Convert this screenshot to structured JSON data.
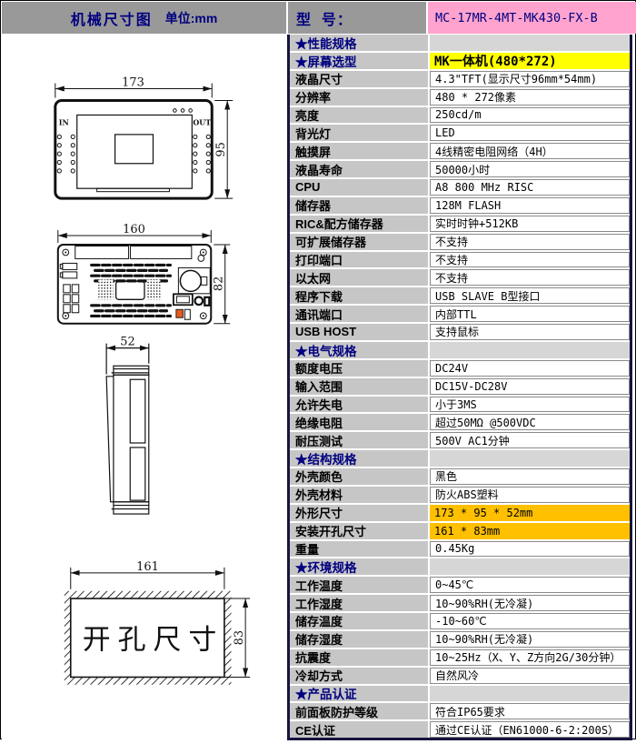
{
  "colors": {
    "header_gray": "#999999",
    "model_pink": "#FFA3CE",
    "label_gray": "#C6C6C6",
    "section_value_gray": "#D6D6D6",
    "highlight_yellow": "#FFFF00",
    "highlight_orange": "#FFC000",
    "navy_text": "#000080"
  },
  "header": {
    "left_title": "机械尺寸图",
    "unit_label": "单位:mm",
    "model_label": "型  号：",
    "model_value": "MC-17MR-4MT-MK430-FX-B"
  },
  "drawings": {
    "front_view": {
      "width_dim": "173",
      "height_dim": "95",
      "in_label": "IN",
      "out_label": "OUT"
    },
    "back_view": {
      "width_dim": "160",
      "height_dim": "82"
    },
    "side_view": {
      "width_dim": "52"
    },
    "cutout": {
      "width_dim": "161",
      "height_dim": "83",
      "label": "开孔尺寸"
    }
  },
  "spec_table": {
    "rows": [
      {
        "label": "★性能规格",
        "value": "",
        "section": true
      },
      {
        "label": "★屏幕选型",
        "value": "MK一体机(480*272)",
        "section": true,
        "value_bg": "yellow"
      },
      {
        "label": "液晶尺寸",
        "value": "4.3\"TFT(显示尺寸96mm*54mm)"
      },
      {
        "label": "分辨率",
        "value": "480 * 272像素"
      },
      {
        "label": "亮度",
        "value": "250cd/m"
      },
      {
        "label": "背光灯",
        "value": "LED"
      },
      {
        "label": "触摸屏",
        "value": "4线精密电阻网络（4H）"
      },
      {
        "label": "液晶寿命",
        "value": "50000小时"
      },
      {
        "label": "CPU",
        "value": "A8 800 MHz RISC"
      },
      {
        "label": "储存器",
        "value": "128M FLASH"
      },
      {
        "label": "RIC&配方储存器",
        "value": "实时时钟+512KB"
      },
      {
        "label": "可扩展储存器",
        "value": "不支持"
      },
      {
        "label": "打印端口",
        "value": "不支持"
      },
      {
        "label": "以太网",
        "value": "不支持"
      },
      {
        "label": "程序下载",
        "value": "USB SLAVE B型接口"
      },
      {
        "label": "通讯端口",
        "value": "内部TTL"
      },
      {
        "label": "USB HOST",
        "value": "支持鼠标"
      },
      {
        "label": "★电气规格",
        "value": "",
        "section": true
      },
      {
        "label": "额度电压",
        "value": "DC24V"
      },
      {
        "label": "输入范围",
        "value": "DC15V-DC28V"
      },
      {
        "label": "允许失电",
        "value": "小于3MS"
      },
      {
        "label": "绝缘电阻",
        "value": "超过50MΩ @500VDC"
      },
      {
        "label": "耐压测试",
        "value": "500V AC1分钟"
      },
      {
        "label": "★结构规格",
        "value": "",
        "section": true
      },
      {
        "label": "外壳颜色",
        "value": "黑色"
      },
      {
        "label": "外壳材料",
        "value": "防火ABS塑料"
      },
      {
        "label": "外形尺寸",
        "value": "173 * 95 * 52mm",
        "value_bg": "orange"
      },
      {
        "label": "安装开孔尺寸",
        "value": "161 * 83mm",
        "value_bg": "orange"
      },
      {
        "label": "重量",
        "value": "0.45Kg"
      },
      {
        "label": "★环境规格",
        "value": "",
        "section": true
      },
      {
        "label": "工作温度",
        "value": "0~45℃"
      },
      {
        "label": "工作湿度",
        "value": "10~90%RH(无冷凝)"
      },
      {
        "label": "储存温度",
        "value": "-10~60℃"
      },
      {
        "label": "储存湿度",
        "value": "10~90%RH(无冷凝)"
      },
      {
        "label": "抗震度",
        "value": "10~25Hz（X、Y、Z方向2G/30分钟）"
      },
      {
        "label": "冷却方式",
        "value": "自然风冷"
      },
      {
        "label": "★产品认证",
        "value": "",
        "section": true
      },
      {
        "label": "前面板防护等级",
        "value": "符合IP65要求"
      },
      {
        "label": "CE认证",
        "value": "通过CE认证（EN61000-6-2:200S）"
      }
    ]
  }
}
